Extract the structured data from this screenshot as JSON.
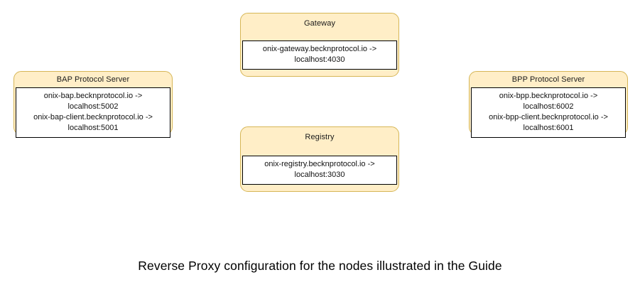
{
  "diagram": {
    "colors": {
      "node_fill": "#ffeec7",
      "node_border": "#d6b656",
      "body_fill": "#ffffff",
      "body_border": "#000000",
      "text": "#000000",
      "background": "#ffffff"
    },
    "nodes": [
      {
        "id": "gateway",
        "title": "Gateway",
        "lines": [
          "onix-gateway.becknprotocol.io ->",
          "localhost:4030"
        ]
      },
      {
        "id": "bap-protocol-server",
        "title": "BAP Protocol Server",
        "lines": [
          "onix-bap.becknprotocol.io ->",
          "localhost:5002",
          "onix-bap-client.becknprotocol.io ->",
          "localhost:5001"
        ]
      },
      {
        "id": "bpp-protocol-server",
        "title": "BPP Protocol Server",
        "lines": [
          "onix-bpp.becknprotocol.io ->",
          "localhost:6002",
          "onix-bpp-client.becknprotocol.io ->",
          "localhost:6001"
        ]
      },
      {
        "id": "registry",
        "title": "Registry",
        "lines": [
          "onix-registry.becknprotocol.io ->",
          "localhost:3030"
        ]
      }
    ],
    "caption": "Reverse Proxy configuration for the nodes illustrated in the Guide"
  }
}
